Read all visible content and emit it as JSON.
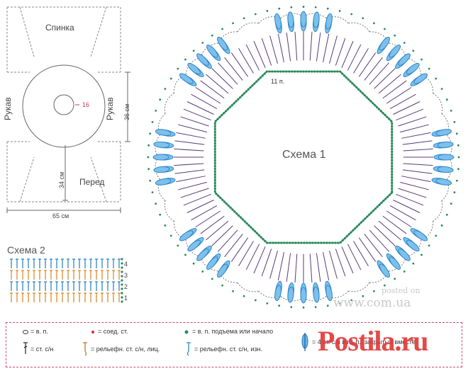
{
  "pattern": {
    "back_label": "Спинка",
    "front_label": "Перед",
    "sleeve_left_label": "Рукав",
    "sleeve_right_label": "Рукав",
    "dim_inner": "16",
    "dim_height": "36 см",
    "dim_depth": "34 см",
    "dim_width": "65 см"
  },
  "scheme1": {
    "title": "Схема 1",
    "count_label": "11 п."
  },
  "scheme2": {
    "title": "Схема 2",
    "rows": [
      "4",
      "3",
      "2",
      "1"
    ]
  },
  "legend": {
    "chain": "= в. п.",
    "slip": "= соед. ст.",
    "turning": "= в. п. подъема или начало",
    "dc": "= ст. с/н",
    "fpdc": "= рельефн. ст. с/н, лиц.",
    "bpdc": "= рельефн. ст. с/н, изн.",
    "cluster": "= 4 ст. с/н из 1 п., закрытые вместе"
  },
  "watermark": {
    "posted": "posted on",
    "site": "www.com.ua",
    "postila": "Postila.ru"
  },
  "colors": {
    "blue": "#2f86c9",
    "purple": "#5b3a7a",
    "green": "#2a8a5a",
    "orange": "#e08a2a",
    "red": "#d0284a"
  }
}
